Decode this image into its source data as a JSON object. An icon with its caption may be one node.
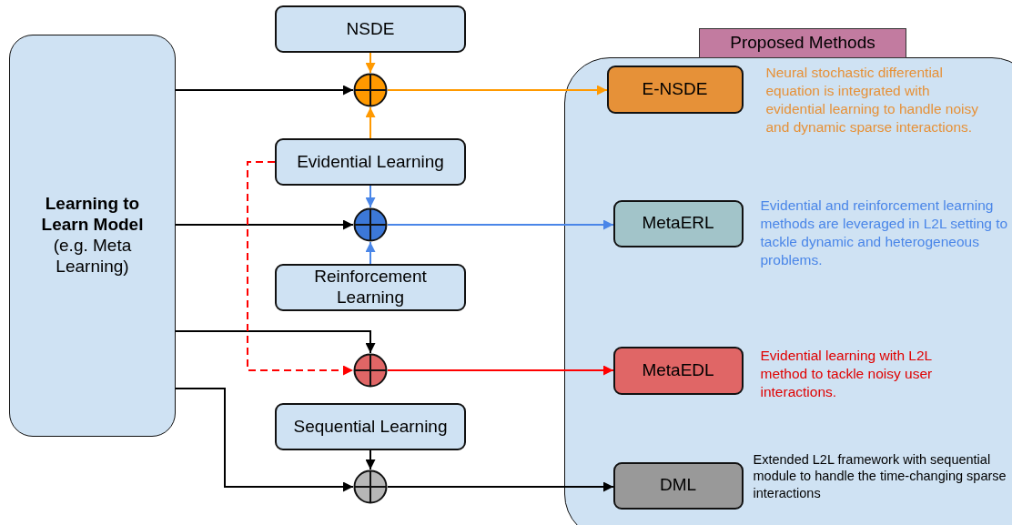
{
  "diagram": {
    "nodes": [
      {
        "text": [
          "Learning to Learn Model",
          "(e.g. Meta Learning)"
        ]
      },
      {
        "text": [
          "NSDE"
        ]
      },
      {
        "text": [],
        "shape": "circle"
      },
      {
        "text": [
          "Evidential Learning"
        ]
      },
      {
        "text": [],
        "shape": "circle"
      },
      {
        "text": [
          "Reinforcement Learning"
        ]
      },
      {
        "text": [],
        "shape": "circle"
      },
      {
        "text": [
          "Sequential Learning"
        ]
      },
      {
        "text": [],
        "shape": "circle"
      },
      {
        "text": [
          "Proposed Methods"
        ]
      },
      {
        "text": [
          "E-NSDE"
        ],
        "in": 9,
        "beside": [
          "Neural stochastic differential equation is integrated with evidential learning to handle noisy and dynamic sparse interactions."
        ]
      },
      {
        "text": [
          "MetaERL"
        ],
        "in": 9,
        "beside": [
          "Evidential and reinforcement learning methods are leveraged in L2L setting to tackle dynamic and heterogeneous problems."
        ]
      },
      {
        "text": [
          "MetaEDL"
        ],
        "in": 9,
        "beside": [
          "Evidential learning with L2L method to tackle noisy user interactions."
        ]
      },
      {
        "text": [
          "DML"
        ],
        "in": 9,
        "beside": [
          "Extended L2L framework with sequential module to handle the time-changing sparse interactions"
        ]
      }
    ],
    "edges": [
      {
        "from": 0,
        "to": 2,
        "arrow": "to"
      },
      {
        "from": 1,
        "to": 2,
        "arrow": "to",
        "color": "#ff9900"
      },
      {
        "from": 3,
        "to": 2,
        "arrow": "to",
        "color": "#ff9900"
      },
      {
        "from": 2,
        "to": 10,
        "arrow": "to",
        "color": "#ff9900"
      },
      {
        "from": 0,
        "to": 4,
        "arrow": "to"
      },
      {
        "from": 3,
        "to": 4,
        "arrow": "to",
        "color": "#4a86e8"
      },
      {
        "from": 5,
        "to": 4,
        "arrow": "to",
        "color": "#4a86e8"
      },
      {
        "from": 4,
        "to": 11,
        "arrow": "to",
        "color": "#4a86e8"
      },
      {
        "from": 0,
        "to": 6,
        "arrow": "to"
      },
      {
        "from": 3,
        "to": 6,
        "arrow": "to",
        "style": "dashed",
        "color": "#ff0000"
      },
      {
        "from": 6,
        "to": 12,
        "arrow": "to",
        "color": "#ff0000"
      },
      {
        "from": 0,
        "to": 8,
        "arrow": "to"
      },
      {
        "from": 7,
        "to": 8,
        "arrow": "to"
      },
      {
        "from": 8,
        "to": 13,
        "arrow": "to"
      }
    ]
  }
}
